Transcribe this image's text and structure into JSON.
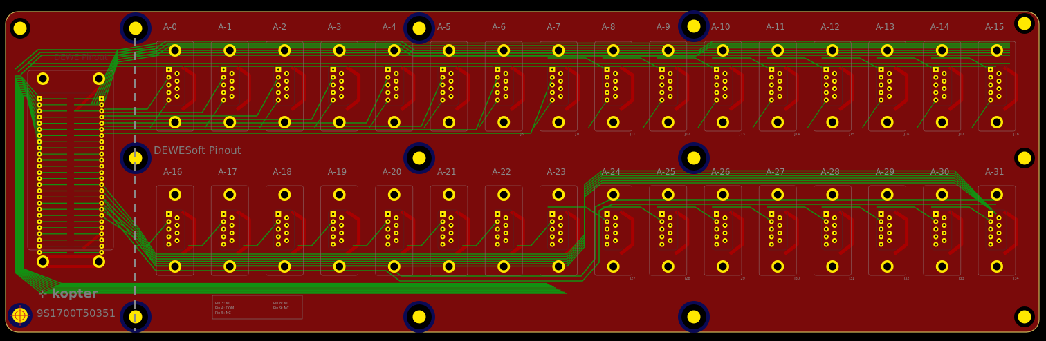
{
  "board": {
    "part_number": "9S1700T50351",
    "logo_text": "kopter",
    "dewesoft_label": "DEWESoft Pinout",
    "top_header_label": "DEWE Pinout"
  },
  "connectors": {
    "top_row": [
      "A-0",
      "A-1",
      "A-2",
      "A-3",
      "A-4",
      "A-5",
      "A-6",
      "A-7",
      "A-8",
      "A-9",
      "A-10",
      "A-11",
      "A-12",
      "A-13",
      "A-14",
      "A-15"
    ],
    "bottom_row": [
      "A-16",
      "A-17",
      "A-18",
      "A-19",
      "A-20",
      "A-21",
      "A-22",
      "A-23",
      "A-24",
      "A-25",
      "A-26",
      "A-27",
      "A-28",
      "A-29",
      "A-30",
      "A-31"
    ],
    "top_refs": [
      "J8",
      "J10",
      "J11",
      "J12",
      "J13",
      "J14",
      "J15",
      "J16",
      "J17",
      "J18"
    ],
    "top_ref_start": 6,
    "bottom_refs": [
      "J27",
      "J28",
      "J29",
      "J30",
      "J31",
      "J32",
      "J33",
      "J34"
    ],
    "bottom_ref_start": 8
  },
  "pin_table": {
    "left": [
      "Pin 3: NC",
      "Pin 4: COM",
      "Pin 5: NC"
    ],
    "right": [
      "Pin 8: NC",
      "Pin 9: NC"
    ]
  },
  "colors": {
    "board": "#7a0a0a",
    "edge": "#c9b458",
    "copper_front": "#129112",
    "copper_back": "#a80000",
    "pad": "#ffe800",
    "mount_ring": "#0a0a55"
  }
}
